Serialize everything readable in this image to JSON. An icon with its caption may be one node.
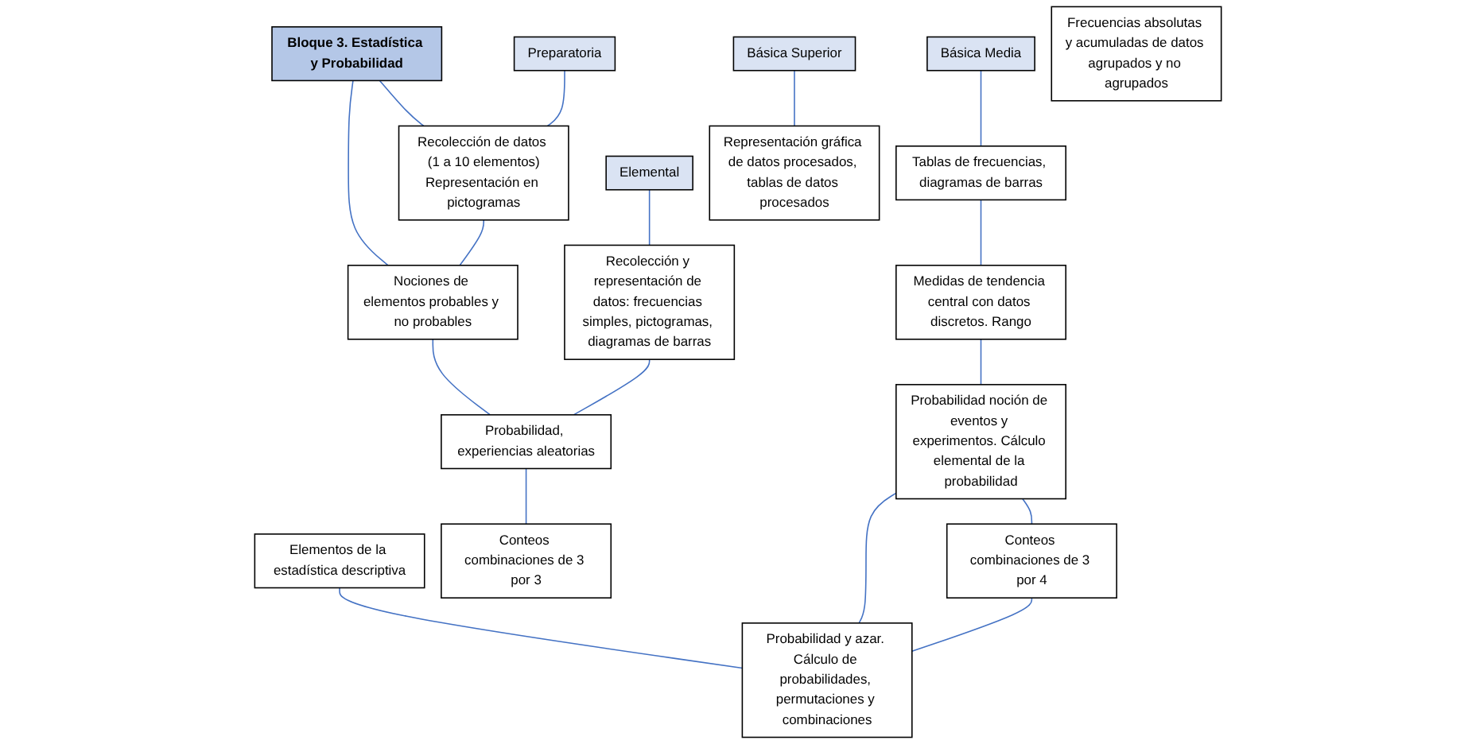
{
  "diagram": {
    "nodes": [
      {
        "text": [
          "Bloque 3. Estadística y Probabilidad"
        ]
      },
      {
        "text": [
          "Preparatoria"
        ]
      },
      {
        "text": [
          "Elemental"
        ]
      },
      {
        "text": [
          "Básica Media"
        ]
      },
      {
        "text": [
          "Básica Superior"
        ]
      },
      {
        "text": [
          "Recolección de datos (1 a 10 elementos)",
          "Representación en pictogramas"
        ]
      },
      {
        "text": [
          "Recolección y representación de datos: frecuencias simples, pictogramas, diagramas de barras"
        ]
      },
      {
        "text": [
          "Tablas de frecuencias, diagramas de barras"
        ]
      },
      {
        "text": [
          "Representación gráfica de datos procesados, tablas de datos procesados"
        ]
      },
      {
        "text": [
          "Frecuencias absolutas y acumuladas de datos agrupados y no agrupados"
        ]
      },
      {
        "text": [
          "Elementos de la estadística descriptiva"
        ]
      },
      {
        "text": [
          "Medidas de tendencia central con datos discretos. Rango"
        ]
      },
      {
        "text": [
          "Nociones de elementos probables y no probables"
        ]
      },
      {
        "text": [
          "Probabilidad, experiencias aleatorias"
        ]
      },
      {
        "text": [
          "Probabilidad noción de eventos y experimentos. Cálculo elemental de la probabilidad"
        ]
      },
      {
        "text": [
          "Probabilidad y azar. Cálculo de probabilidades, permutaciones y combinaciones"
        ]
      },
      {
        "text": [
          "Conteos combinaciones de 3 por 3"
        ]
      },
      {
        "text": [
          "Conteos combinaciones de 3 por 4"
        ]
      }
    ],
    "edges": [
      {
        "from": 0,
        "to": 5,
        "arrow": "none"
      },
      {
        "from": 0,
        "to": 12,
        "arrow": "none"
      },
      {
        "from": 1,
        "to": 5,
        "arrow": "none"
      },
      {
        "from": 5,
        "to": 12,
        "arrow": "none"
      },
      {
        "from": 12,
        "to": 13,
        "arrow": "none"
      },
      {
        "from": 2,
        "to": 6,
        "arrow": "none"
      },
      {
        "from": 6,
        "to": 13,
        "arrow": "none"
      },
      {
        "from": 13,
        "to": 16,
        "arrow": "none"
      },
      {
        "from": 3,
        "to": 7,
        "arrow": "none"
      },
      {
        "from": 7,
        "to": 11,
        "arrow": "none"
      },
      {
        "from": 11,
        "to": 14,
        "arrow": "none"
      },
      {
        "from": 14,
        "to": 17,
        "arrow": "none"
      },
      {
        "from": 4,
        "to": 8,
        "arrow": "none"
      },
      {
        "from": 10,
        "to": 15,
        "arrow": "none"
      },
      {
        "from": 14,
        "to": 15,
        "arrow": "none"
      },
      {
        "from": 17,
        "to": 15,
        "arrow": "none"
      }
    ]
  }
}
